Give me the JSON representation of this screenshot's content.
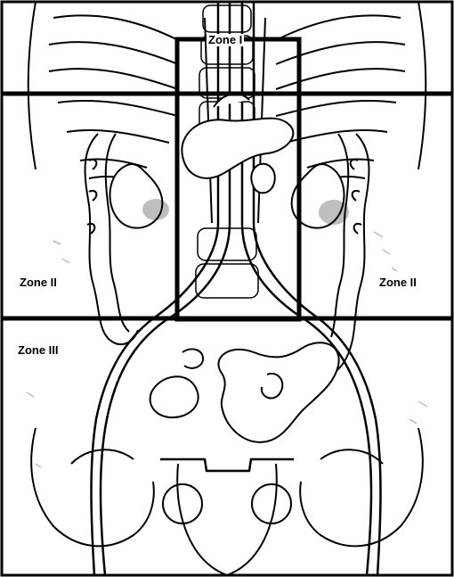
{
  "zones": {
    "zone_1": "Zone I",
    "zone_2_left": "Zone II",
    "zone_2_right": "Zone II",
    "zone_3": "Zone III"
  },
  "colors": {
    "line": "#000000",
    "background": "#ffffff",
    "organ_fill": "#ffffff",
    "texture": "#9a9a9a"
  }
}
